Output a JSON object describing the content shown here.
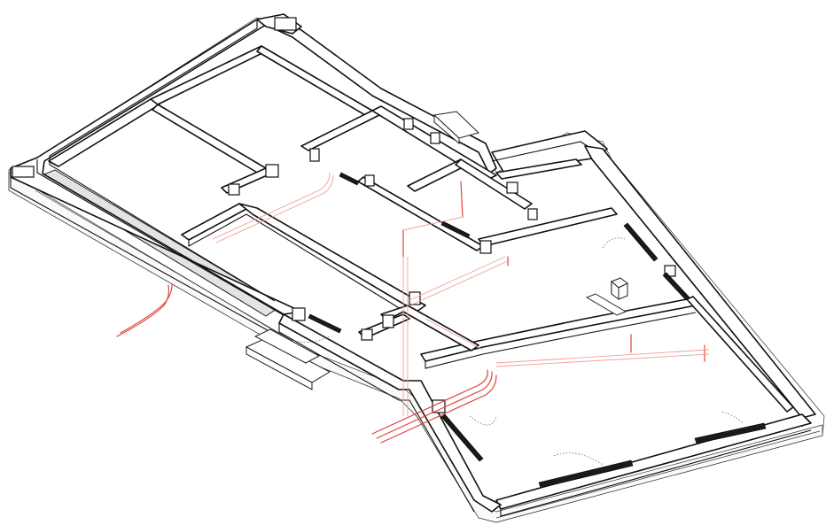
{
  "figure": {
    "kind": "isometric-floor-plan",
    "style": "line drawing",
    "colors": {
      "walls": "#111111",
      "shaded_floor": "#e3e3e3",
      "pipes": "#e0443c",
      "pipes_faint": "#f0a09a",
      "background": "#ffffff"
    },
    "icons": [
      "door-swing-arc",
      "window",
      "step",
      "pipe-riser"
    ]
  }
}
